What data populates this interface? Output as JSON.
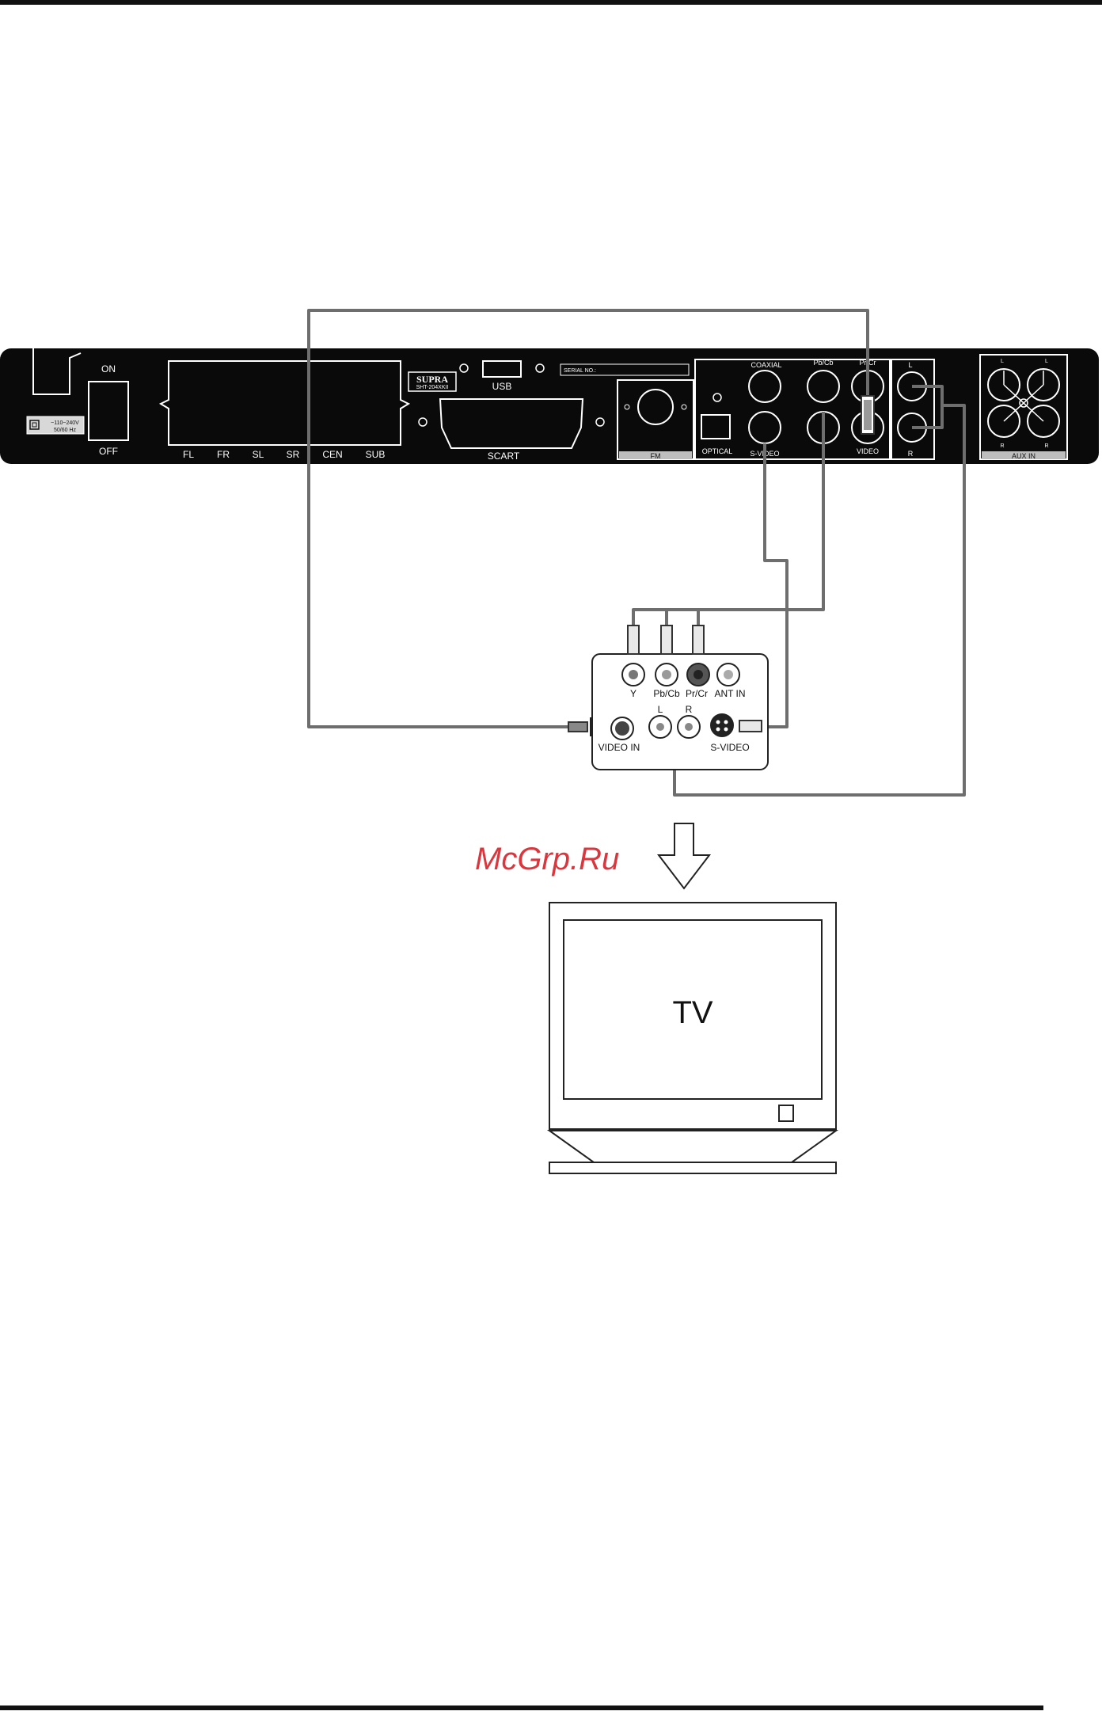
{
  "rear_panel": {
    "power_switch": {
      "on_label": "ON",
      "off_label": "OFF"
    },
    "power_rating": {
      "line1": "~110~240V",
      "line2": "50/60 Hz"
    },
    "speaker_labels": [
      "FL",
      "FR",
      "SL",
      "SR",
      "CEN",
      "SUB"
    ],
    "brand": {
      "name": "SUPRA",
      "model": "SHT-204XKII"
    },
    "serial_label": "SERIAL NO.:",
    "usb_label": "USB",
    "scart_label": "SCART",
    "fm_label": "FM",
    "coaxial_label": "COAXIAL",
    "optical_label": "OPTICAL",
    "svideo_label": "S-VIDEO",
    "pbcb_label": "Pb/Cb",
    "prcr_label": "Pr/Cr",
    "video_label": "VIDEO",
    "audio_l_label": "L",
    "audio_r_label": "R",
    "aux_in": {
      "label": "AUX IN",
      "l": "L",
      "r": "R"
    }
  },
  "tv_panel": {
    "y_label": "Y",
    "pbcb_label": "Pb/Cb",
    "prcr_label": "Pr/Cr",
    "ant_in_label": "ANT IN",
    "video_in_label": "VIDEO IN",
    "l_label": "L",
    "r_label": "R",
    "svideo_label": "S-VIDEO"
  },
  "tv": {
    "label": "TV"
  },
  "watermark": "McGrp.Ru",
  "colors": {
    "panel": "#0a0a0a",
    "cable": "#6e6e6e",
    "watermark": "#d9363e"
  }
}
